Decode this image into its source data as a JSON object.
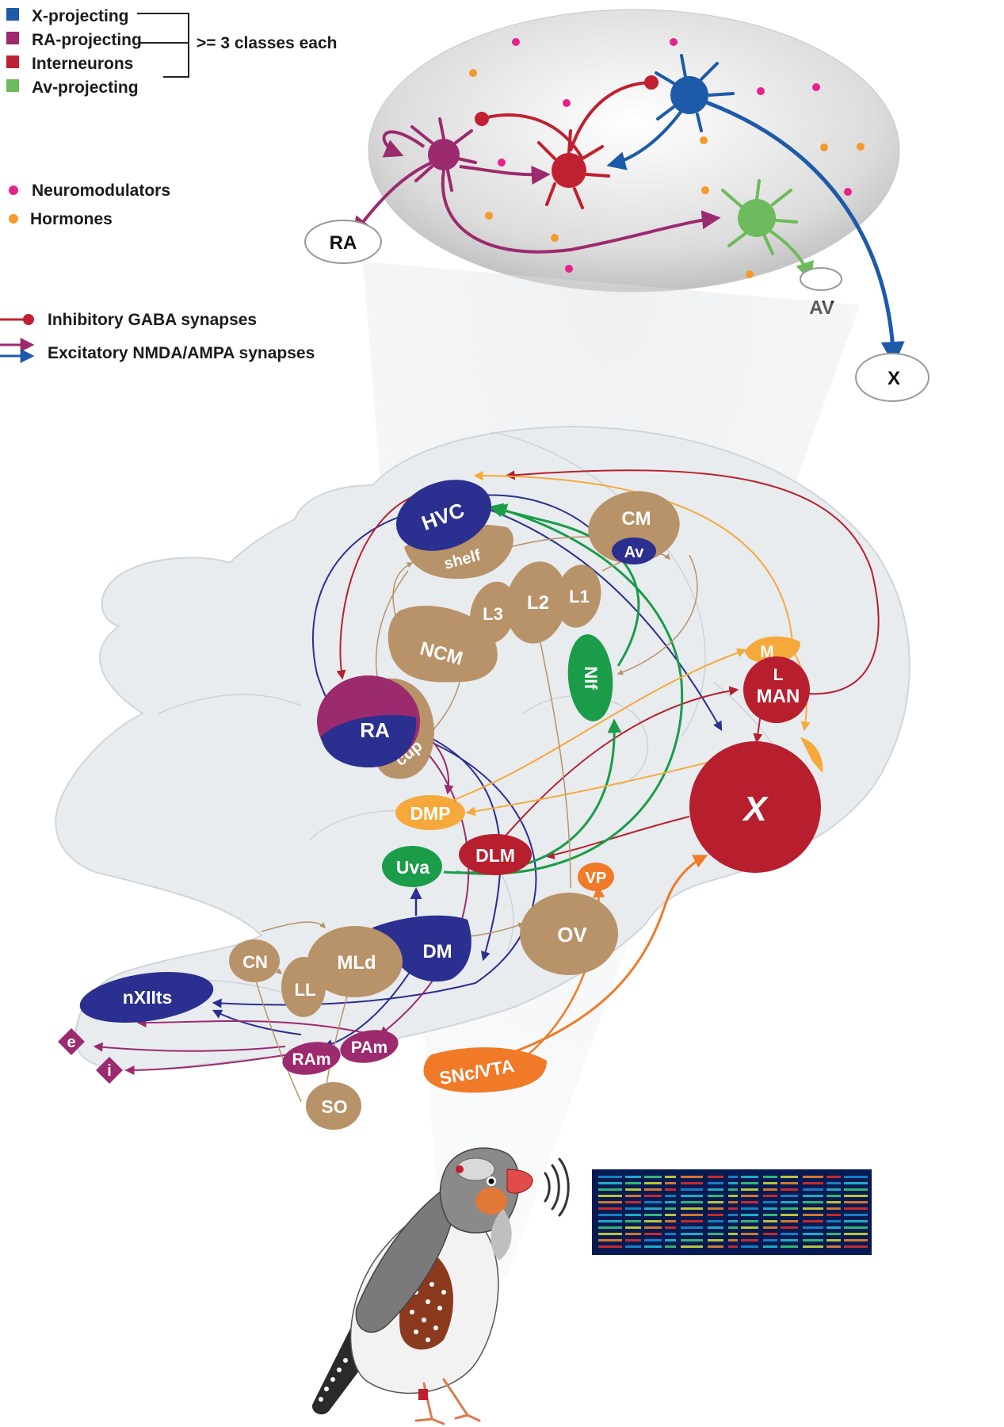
{
  "legend": {
    "cell_types": [
      {
        "label": "X-projecting",
        "color": "#1d5aa8"
      },
      {
        "label": "RA-projecting",
        "color": "#9b2a6e"
      },
      {
        "label": "Interneurons",
        "color": "#c0202f"
      },
      {
        "label": "Av-projecting",
        "color": "#6dbb5c"
      }
    ],
    "classes_note": ">= 3 classes each",
    "modulators": [
      {
        "label": "Neuromodulators",
        "color": "#e6238a"
      },
      {
        "label": "Hormones",
        "color": "#f39a2b"
      }
    ],
    "synapses": [
      {
        "label": "Inhibitory GABA synapses",
        "kind": "inhibitory",
        "color": "#c0202f"
      },
      {
        "label": "Excitatory NMDA/AMPA synapses",
        "kind": "excitatory",
        "colors": [
          "#9b2a6e",
          "#1d5aa8"
        ]
      }
    ]
  },
  "hvc_microcircuit": {
    "targets": {
      "ra": "RA",
      "av": "AV",
      "x": "X"
    }
  },
  "brain_regions": {
    "hvc": "HVC",
    "shelf": "shelf",
    "cm": "CM",
    "av": "Av",
    "l1": "L1",
    "l2": "L2",
    "l3": "L3",
    "ncm": "NCM",
    "nif": "NIf",
    "ra": "RA",
    "cup": "cup",
    "m": "M",
    "l": "L",
    "man": "MAN",
    "area_x": "X",
    "dmp": "DMP",
    "dlm": "DLM",
    "uva": "Uva",
    "vp": "VP",
    "ov": "OV",
    "dm": "DM",
    "cn": "CN",
    "ll": "LL",
    "mld": "MLd",
    "nxiits": "nXIIts",
    "e": "e",
    "i": "i",
    "ram": "RAm",
    "pam": "PAm",
    "so": "SO",
    "snc_vta": "SNc/VTA"
  },
  "colors": {
    "motor_red": "#b81f2e",
    "navy": "#2b2f8f",
    "tan": "#b89268",
    "green": "#1a9c48",
    "orange": "#f07a27",
    "yellow_orange": "#f6a93b",
    "magenta": "#9b2a6e",
    "tissue": "#e8ecef"
  }
}
